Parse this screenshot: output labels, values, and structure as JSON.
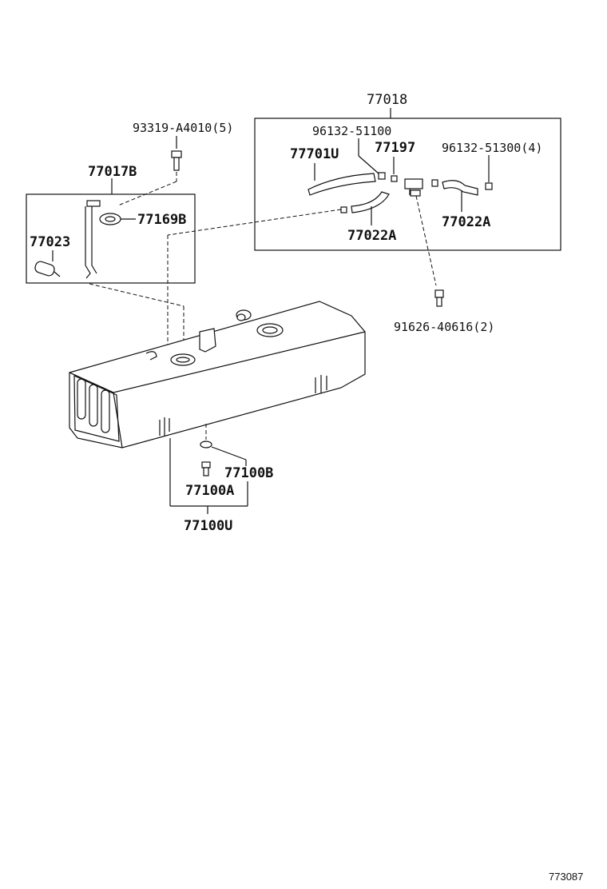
{
  "labels": {
    "p77018": "77018",
    "p93319": "93319-A4010(5)",
    "p96132a": "96132-51100",
    "p77701u": "77701U",
    "p77197": "77197",
    "p96132b": "96132-51300(4)",
    "p77017b": "77017B",
    "p77169b": "77169B",
    "p77023": "77023",
    "p77022a_1": "77022A",
    "p77022a_2": "77022A",
    "p91626": "91626-40616(2)",
    "p77100b": "77100B",
    "p77100a": "77100A",
    "p77100u": "77100U"
  },
  "figure_number": "773087"
}
